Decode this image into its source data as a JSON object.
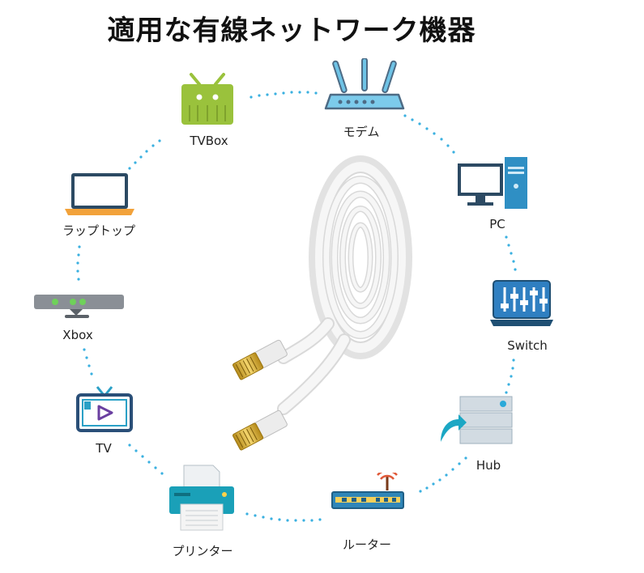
{
  "title": "適用な有線ネットワーク機器",
  "colors": {
    "dots": "#3ab0e0",
    "android_green": "#9ac23c",
    "monitor_blue": "#2f8fc4",
    "slate": "#4d6b85",
    "teal": "#1aa0b8",
    "router_body": "#2f86b8",
    "cable_white": "#f3f3f3"
  },
  "devices": [
    {
      "id": "modem",
      "label": "モデム",
      "icon": "wifi-router-icon"
    },
    {
      "id": "pc",
      "label": "PC",
      "icon": "desktop-pc-icon"
    },
    {
      "id": "switch",
      "label": "Switch",
      "icon": "network-switch-icon"
    },
    {
      "id": "hub",
      "label": "Hub",
      "icon": "server-hub-icon"
    },
    {
      "id": "router",
      "label": "ルーター",
      "icon": "router-icon"
    },
    {
      "id": "printer",
      "label": "プリンター",
      "icon": "printer-icon"
    },
    {
      "id": "tv",
      "label": "TV",
      "icon": "tv-icon"
    },
    {
      "id": "xbox",
      "label": "Xbox",
      "icon": "kinect-sensor-icon"
    },
    {
      "id": "laptop",
      "label": "ラップトップ",
      "icon": "laptop-icon"
    },
    {
      "id": "tvbox",
      "label": "TVBox",
      "icon": "android-tvbox-icon"
    }
  ]
}
